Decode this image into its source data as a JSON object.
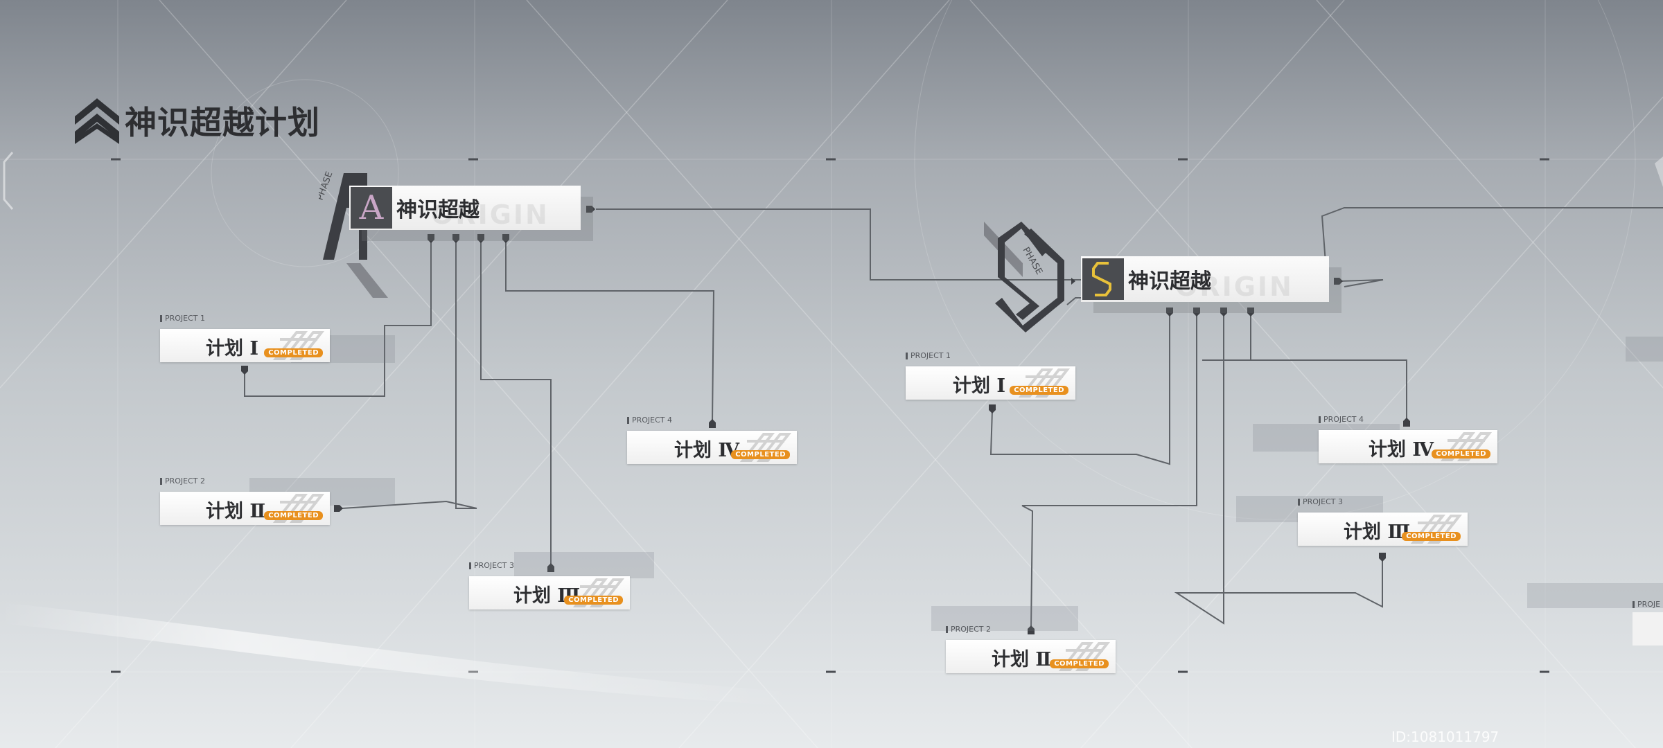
{
  "game_title": "神识超越计划",
  "phases": [
    {
      "letter": "A",
      "title": "神识超越",
      "ghost_text": "ORIGIN",
      "side_text": "PHASE",
      "accent": "#c9a6c6"
    },
    {
      "letter": "S",
      "title": "神识超越",
      "ghost_text": "ORIGIN",
      "side_text": "PHASE",
      "accent": "#e8c13a"
    }
  ],
  "phase_a_projects": [
    {
      "tag": "PROJECT 1",
      "label": "计划 Ⅰ",
      "status": "COMPLETED"
    },
    {
      "tag": "PROJECT 2",
      "label": "计划 Ⅱ",
      "status": "COMPLETED"
    },
    {
      "tag": "PROJECT 3",
      "label": "计划 Ⅲ",
      "status": "COMPLETED"
    },
    {
      "tag": "PROJECT 4",
      "label": "计划 Ⅳ",
      "status": "COMPLETED"
    }
  ],
  "phase_s_projects": [
    {
      "tag": "PROJECT 1",
      "label": "计划 Ⅰ",
      "status": "COMPLETED"
    },
    {
      "tag": "PROJECT 2",
      "label": "计划 Ⅱ",
      "status": "COMPLETED"
    },
    {
      "tag": "PROJECT 3",
      "label": "计划 Ⅲ",
      "status": "COMPLETED"
    },
    {
      "tag": "PROJECT 4",
      "label": "计划 Ⅳ",
      "status": "COMPLETED"
    }
  ],
  "offscreen_tag": "PROJE",
  "uid_text": "ID:1081011797",
  "icons": {
    "title": "chevron-stack-icon",
    "node": "completed-logo-icon",
    "connector": "connector-pin-icon"
  }
}
